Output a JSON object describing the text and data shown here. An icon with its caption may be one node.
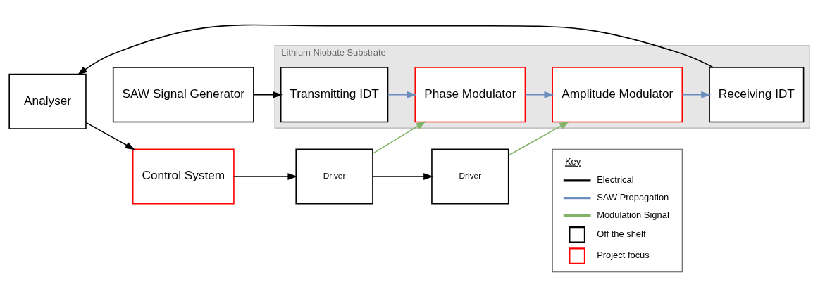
{
  "diagram": {
    "nodes": [
      {
        "text": [
          "Lithium Niobate Substrate"
        ]
      },
      {
        "text": [
          "SAW Signal Generator"
        ]
      },
      {
        "text": [
          "Transmitting IDT"
        ],
        "in": 0
      },
      {
        "text": [
          "Phase Modulator"
        ],
        "in": 0
      },
      {
        "text": [
          "Amplitude Modulator"
        ],
        "in": 0
      },
      {
        "text": [
          "Receiving IDT"
        ],
        "in": 0
      },
      {
        "text": [
          "Analyser"
        ]
      },
      {
        "text": [
          "Control System"
        ]
      },
      {
        "text": [
          "Driver"
        ]
      },
      {
        "text": [
          "Driver"
        ]
      }
    ],
    "edges": [
      {
        "from": 1,
        "to": 2,
        "arrow": "to"
      },
      {
        "from": 2,
        "to": 3,
        "arrow": "to",
        "color": "#6c8ebf"
      },
      {
        "from": 3,
        "to": 4,
        "arrow": "to",
        "color": "#6c8ebf"
      },
      {
        "from": 4,
        "to": 5,
        "arrow": "to",
        "color": "#6c8ebf"
      },
      {
        "from": 5,
        "to": 6,
        "arrow": "to"
      },
      {
        "from": 8,
        "to": 3,
        "arrow": "to",
        "color": "#82b366"
      },
      {
        "from": 9,
        "to": 4,
        "arrow": "to",
        "color": "#82b366"
      },
      {
        "from": 7,
        "to": 8,
        "arrow": "to"
      },
      {
        "from": 8,
        "to": 9,
        "arrow": "to"
      },
      {
        "from": 6,
        "to": 7,
        "arrow": "to"
      }
    ],
    "labels": [
      "Key"
    ],
    "legend": [
      {
        "text": "Electrical"
      },
      {
        "text": "SAW Propagation"
      },
      {
        "text": "Modulation Signal"
      },
      {
        "text": "Off the shelf"
      },
      {
        "text": "Project focus"
      }
    ]
  }
}
